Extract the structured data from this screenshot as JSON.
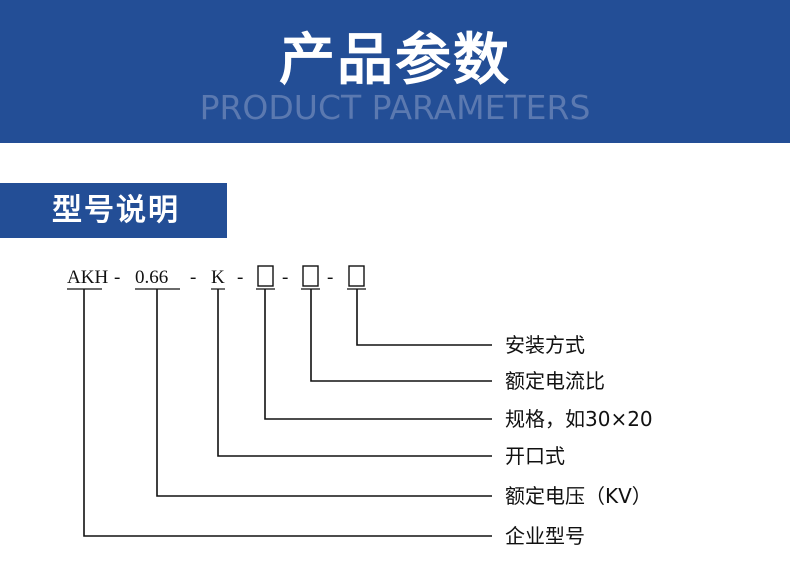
{
  "header": {
    "title": "产品参数",
    "subtitle": "PRODUCT PARAMETERS"
  },
  "section": {
    "title": "型号说明"
  },
  "model_code": {
    "parts": [
      {
        "text": "AKH",
        "kind": "text",
        "meaning": "企业型号"
      },
      {
        "text": "-",
        "kind": "sep"
      },
      {
        "text": "0.66",
        "kind": "text",
        "meaning": "额定电压（KV）"
      },
      {
        "text": "-",
        "kind": "sep"
      },
      {
        "text": "K",
        "kind": "text",
        "meaning": "开口式"
      },
      {
        "text": "-",
        "kind": "sep"
      },
      {
        "text": "",
        "kind": "box",
        "meaning": "规格，如30×20"
      },
      {
        "text": "-",
        "kind": "sep"
      },
      {
        "text": "",
        "kind": "box",
        "meaning": "额定电流比"
      },
      {
        "text": "-",
        "kind": "sep"
      },
      {
        "text": "",
        "kind": "box",
        "meaning": "安装方式"
      }
    ]
  },
  "descriptions": {
    "install": "安装方式",
    "rated_current_ratio": "额定电流比",
    "spec": "规格，如30×20",
    "open_type": "开口式",
    "rated_voltage": "额定电压（KV）",
    "company_model": "企业型号"
  },
  "colors": {
    "brand_blue": "#234e96",
    "subtitle_blue": "#5b79b0",
    "ink": "#111111"
  }
}
